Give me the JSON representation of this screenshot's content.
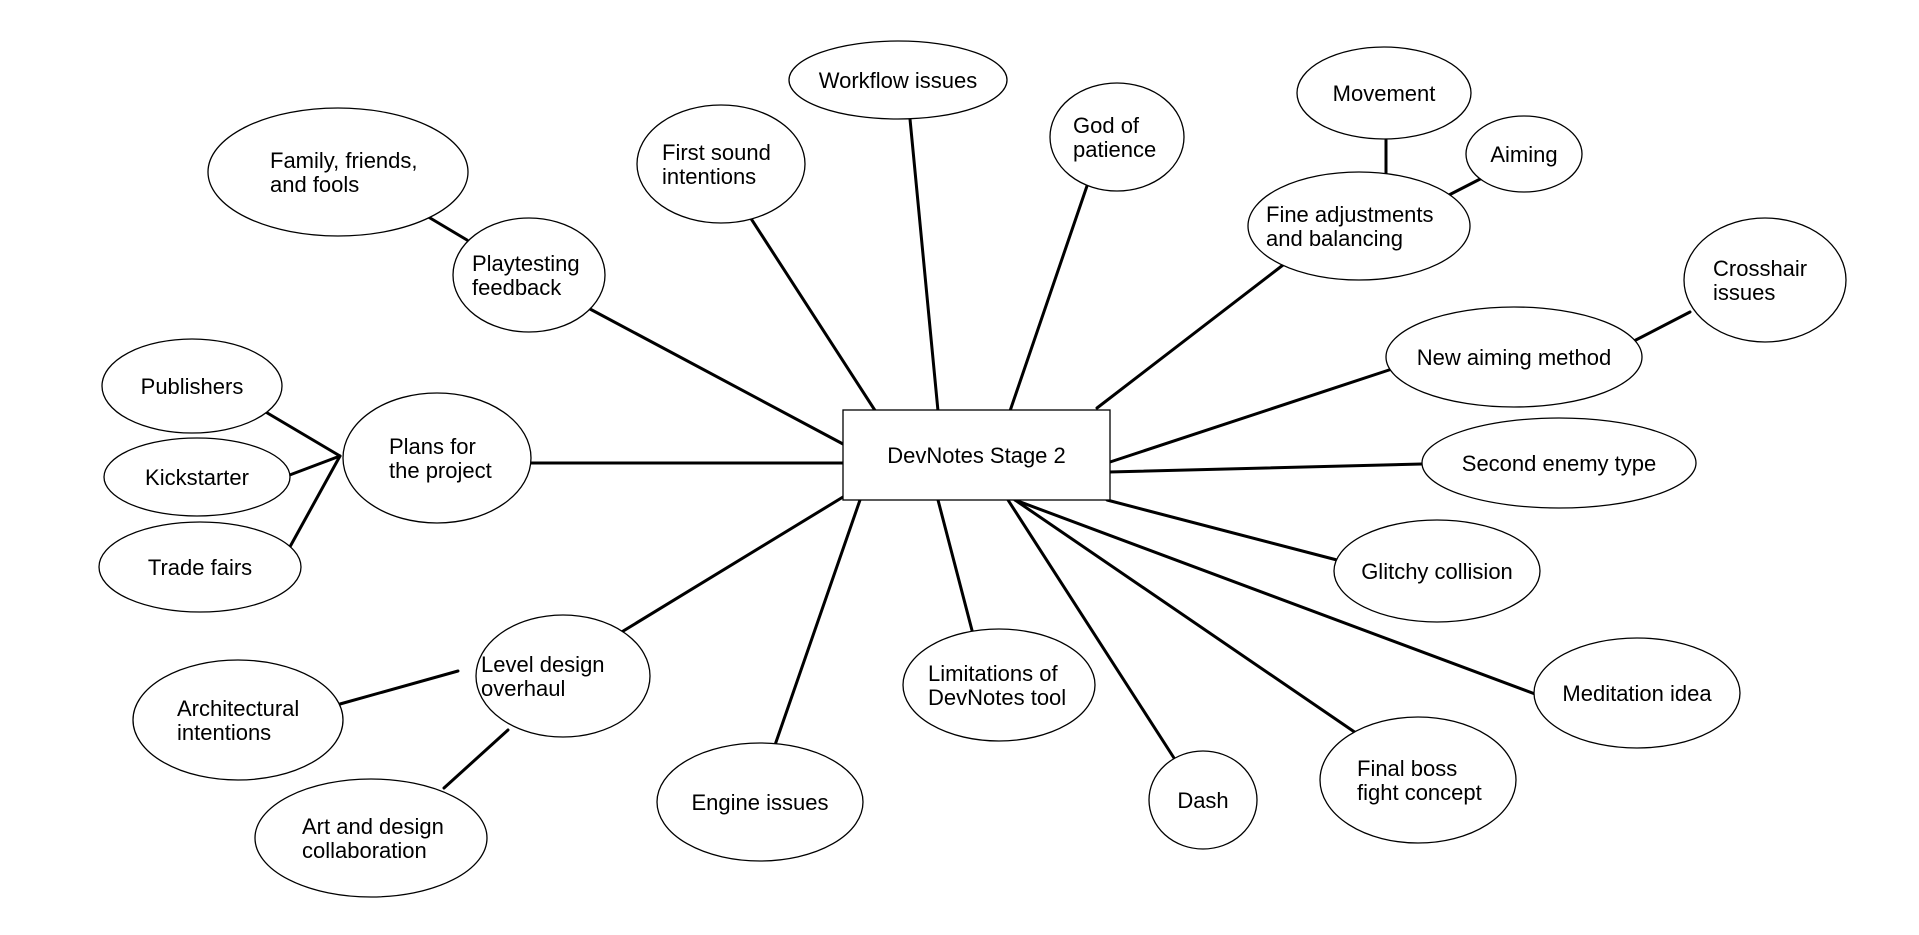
{
  "diagram": {
    "center": {
      "id": "center",
      "text": "DevNotes Stage 2"
    },
    "nodes": [
      {
        "id": "family",
        "lines": [
          "Family, friends,",
          "and fools"
        ]
      },
      {
        "id": "playtesting",
        "lines": [
          "Playtesting",
          "feedback"
        ]
      },
      {
        "id": "first-sound",
        "lines": [
          "First sound",
          "intentions"
        ]
      },
      {
        "id": "workflow",
        "lines": [
          "Workflow issues"
        ]
      },
      {
        "id": "god-patience",
        "lines": [
          "God of",
          "patience"
        ]
      },
      {
        "id": "movement",
        "lines": [
          "Movement"
        ]
      },
      {
        "id": "aiming",
        "lines": [
          "Aiming"
        ]
      },
      {
        "id": "fine-adjust",
        "lines": [
          "Fine adjustments",
          "and balancing"
        ]
      },
      {
        "id": "crosshair",
        "lines": [
          "Crosshair",
          "issues"
        ]
      },
      {
        "id": "new-aiming",
        "lines": [
          "New aiming method"
        ]
      },
      {
        "id": "second-enemy",
        "lines": [
          "Second enemy type"
        ]
      },
      {
        "id": "glitchy",
        "lines": [
          "Glitchy collision"
        ]
      },
      {
        "id": "meditation",
        "lines": [
          "Meditation idea"
        ]
      },
      {
        "id": "final-boss",
        "lines": [
          "Final boss",
          "fight concept"
        ]
      },
      {
        "id": "dash",
        "lines": [
          "Dash"
        ]
      },
      {
        "id": "limitations",
        "lines": [
          "Limitations of",
          "DevNotes tool"
        ]
      },
      {
        "id": "engine",
        "lines": [
          "Engine issues"
        ]
      },
      {
        "id": "level-design",
        "lines": [
          "Level design",
          "overhaul"
        ]
      },
      {
        "id": "architectural",
        "lines": [
          "Architectural",
          "intentions"
        ]
      },
      {
        "id": "art-design",
        "lines": [
          "Art and design",
          "collaboration"
        ]
      },
      {
        "id": "plans",
        "lines": [
          "Plans for",
          "the project"
        ]
      },
      {
        "id": "publishers",
        "lines": [
          "Publishers"
        ]
      },
      {
        "id": "kickstarter",
        "lines": [
          "Kickstarter"
        ]
      },
      {
        "id": "trade-fairs",
        "lines": [
          "Trade fairs"
        ]
      }
    ],
    "edges": [
      [
        "center",
        "playtesting"
      ],
      [
        "playtesting",
        "family"
      ],
      [
        "center",
        "first-sound"
      ],
      [
        "center",
        "workflow"
      ],
      [
        "center",
        "god-patience"
      ],
      [
        "center",
        "fine-adjust"
      ],
      [
        "fine-adjust",
        "movement"
      ],
      [
        "fine-adjust",
        "aiming"
      ],
      [
        "center",
        "new-aiming"
      ],
      [
        "new-aiming",
        "crosshair"
      ],
      [
        "center",
        "second-enemy"
      ],
      [
        "center",
        "glitchy"
      ],
      [
        "center",
        "meditation"
      ],
      [
        "center",
        "final-boss"
      ],
      [
        "center",
        "dash"
      ],
      [
        "center",
        "limitations"
      ],
      [
        "center",
        "engine"
      ],
      [
        "center",
        "level-design"
      ],
      [
        "level-design",
        "architectural"
      ],
      [
        "level-design",
        "art-design"
      ],
      [
        "center",
        "plans"
      ],
      [
        "plans",
        "publishers"
      ],
      [
        "plans",
        "kickstarter"
      ],
      [
        "plans",
        "trade-fairs"
      ]
    ]
  }
}
